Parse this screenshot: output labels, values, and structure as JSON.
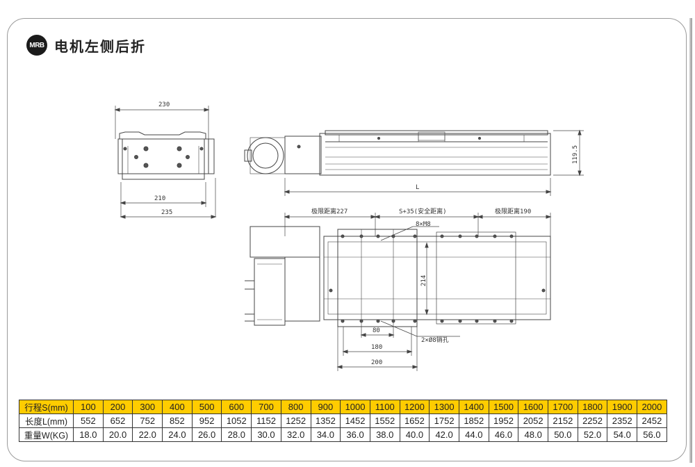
{
  "header": {
    "logo_text": "MRB",
    "title": "电机左侧后折"
  },
  "dimensions": {
    "side_width": "230",
    "side_inner": "210",
    "side_outer": "235",
    "length": "L",
    "height": "119.5",
    "limit_left": "极限距离227",
    "safety": "S+35(安全距离)",
    "limit_right": "极限距离190",
    "holes": "8×M8",
    "width": "214",
    "pin_holes": "2×Ø8销孔",
    "d80": "80",
    "d180": "180",
    "d200": "200"
  },
  "table": {
    "rows": [
      {
        "label": "行程S(mm)",
        "values": [
          "100",
          "200",
          "300",
          "400",
          "500",
          "600",
          "700",
          "800",
          "900",
          "1000",
          "1100",
          "1200",
          "1300",
          "1400",
          "1500",
          "1600",
          "1700",
          "1800",
          "1900",
          "2000"
        ]
      },
      {
        "label": "长度L(mm)",
        "values": [
          "552",
          "652",
          "752",
          "852",
          "952",
          "1052",
          "1152",
          "1252",
          "1352",
          "1452",
          "1552",
          "1652",
          "1752",
          "1852",
          "1952",
          "2052",
          "2152",
          "2252",
          "2352",
          "2452"
        ]
      },
      {
        "label": "重量W(KG)",
        "values": [
          "18.0",
          "20.0",
          "22.0",
          "24.0",
          "26.0",
          "28.0",
          "30.0",
          "32.0",
          "34.0",
          "36.0",
          "38.0",
          "40.0",
          "42.0",
          "44.0",
          "46.0",
          "48.0",
          "50.0",
          "52.0",
          "54.0",
          "56.0"
        ]
      }
    ]
  },
  "colors": {
    "header_row": "#ffcc00",
    "logo_bg": "#1b1b1b"
  }
}
